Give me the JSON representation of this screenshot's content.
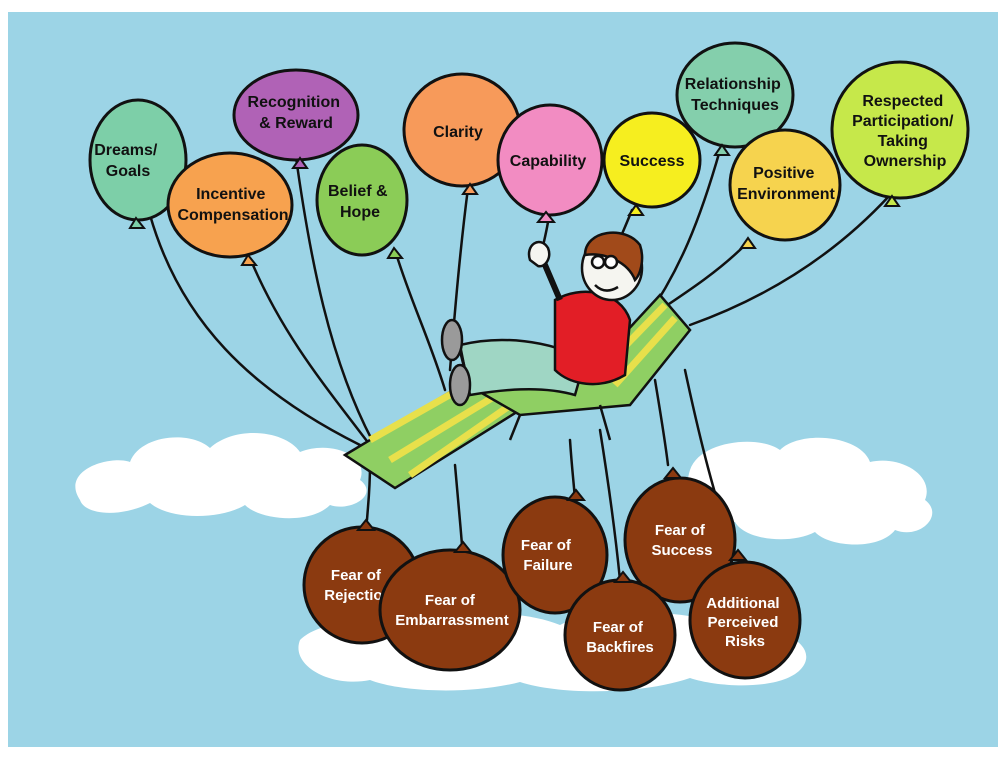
{
  "colors": {
    "sky": "#9cd4e6",
    "cloud": "#ffffff",
    "weight": "#8b3a10",
    "weight_outline": "#231510",
    "chair_green": "#8fcf63",
    "chair_yellow": "#e8e04b",
    "shirt": "#e21e26",
    "pants": "#9fd6c4"
  },
  "balloons": [
    {
      "id": "dreams",
      "lines": [
        "Dreams/",
        "Goals"
      ],
      "color": "#7dcfa8"
    },
    {
      "id": "incentive",
      "lines": [
        "Incentive",
        "Compensation"
      ],
      "color": "#f7a24f"
    },
    {
      "id": "recognition",
      "lines": [
        "Recognition",
        "& Reward"
      ],
      "color": "#b062b6"
    },
    {
      "id": "belief",
      "lines": [
        "Belief &",
        "Hope"
      ],
      "color": "#8bcc57"
    },
    {
      "id": "clarity",
      "lines": [
        "Clarity"
      ],
      "color": "#f79a5a"
    },
    {
      "id": "capability",
      "lines": [
        "Capability"
      ],
      "color": "#f28cc2"
    },
    {
      "id": "success",
      "lines": [
        "Success"
      ],
      "color": "#f6ee1f"
    },
    {
      "id": "relationship",
      "lines": [
        "Relationship",
        "Techniques"
      ],
      "color": "#84cfac"
    },
    {
      "id": "positive",
      "lines": [
        "Positive",
        "Environment"
      ],
      "color": "#f6d34e"
    },
    {
      "id": "respected",
      "lines": [
        "Respected",
        "Participation/",
        "Taking",
        "Ownership"
      ],
      "color": "#c6e84a"
    }
  ],
  "weights": [
    {
      "id": "rejection",
      "lines": [
        "Fear of",
        "Rejection"
      ]
    },
    {
      "id": "embarrassment",
      "lines": [
        "Fear of",
        "Embarrassment"
      ]
    },
    {
      "id": "failure",
      "lines": [
        "Fear of",
        "Failure"
      ]
    },
    {
      "id": "success-fear",
      "lines": [
        "Fear of",
        "Success"
      ]
    },
    {
      "id": "backfires",
      "lines": [
        "Fear of",
        "Backfires"
      ]
    },
    {
      "id": "additional",
      "lines": [
        "Additional",
        "Perceived",
        "Risks"
      ]
    }
  ]
}
